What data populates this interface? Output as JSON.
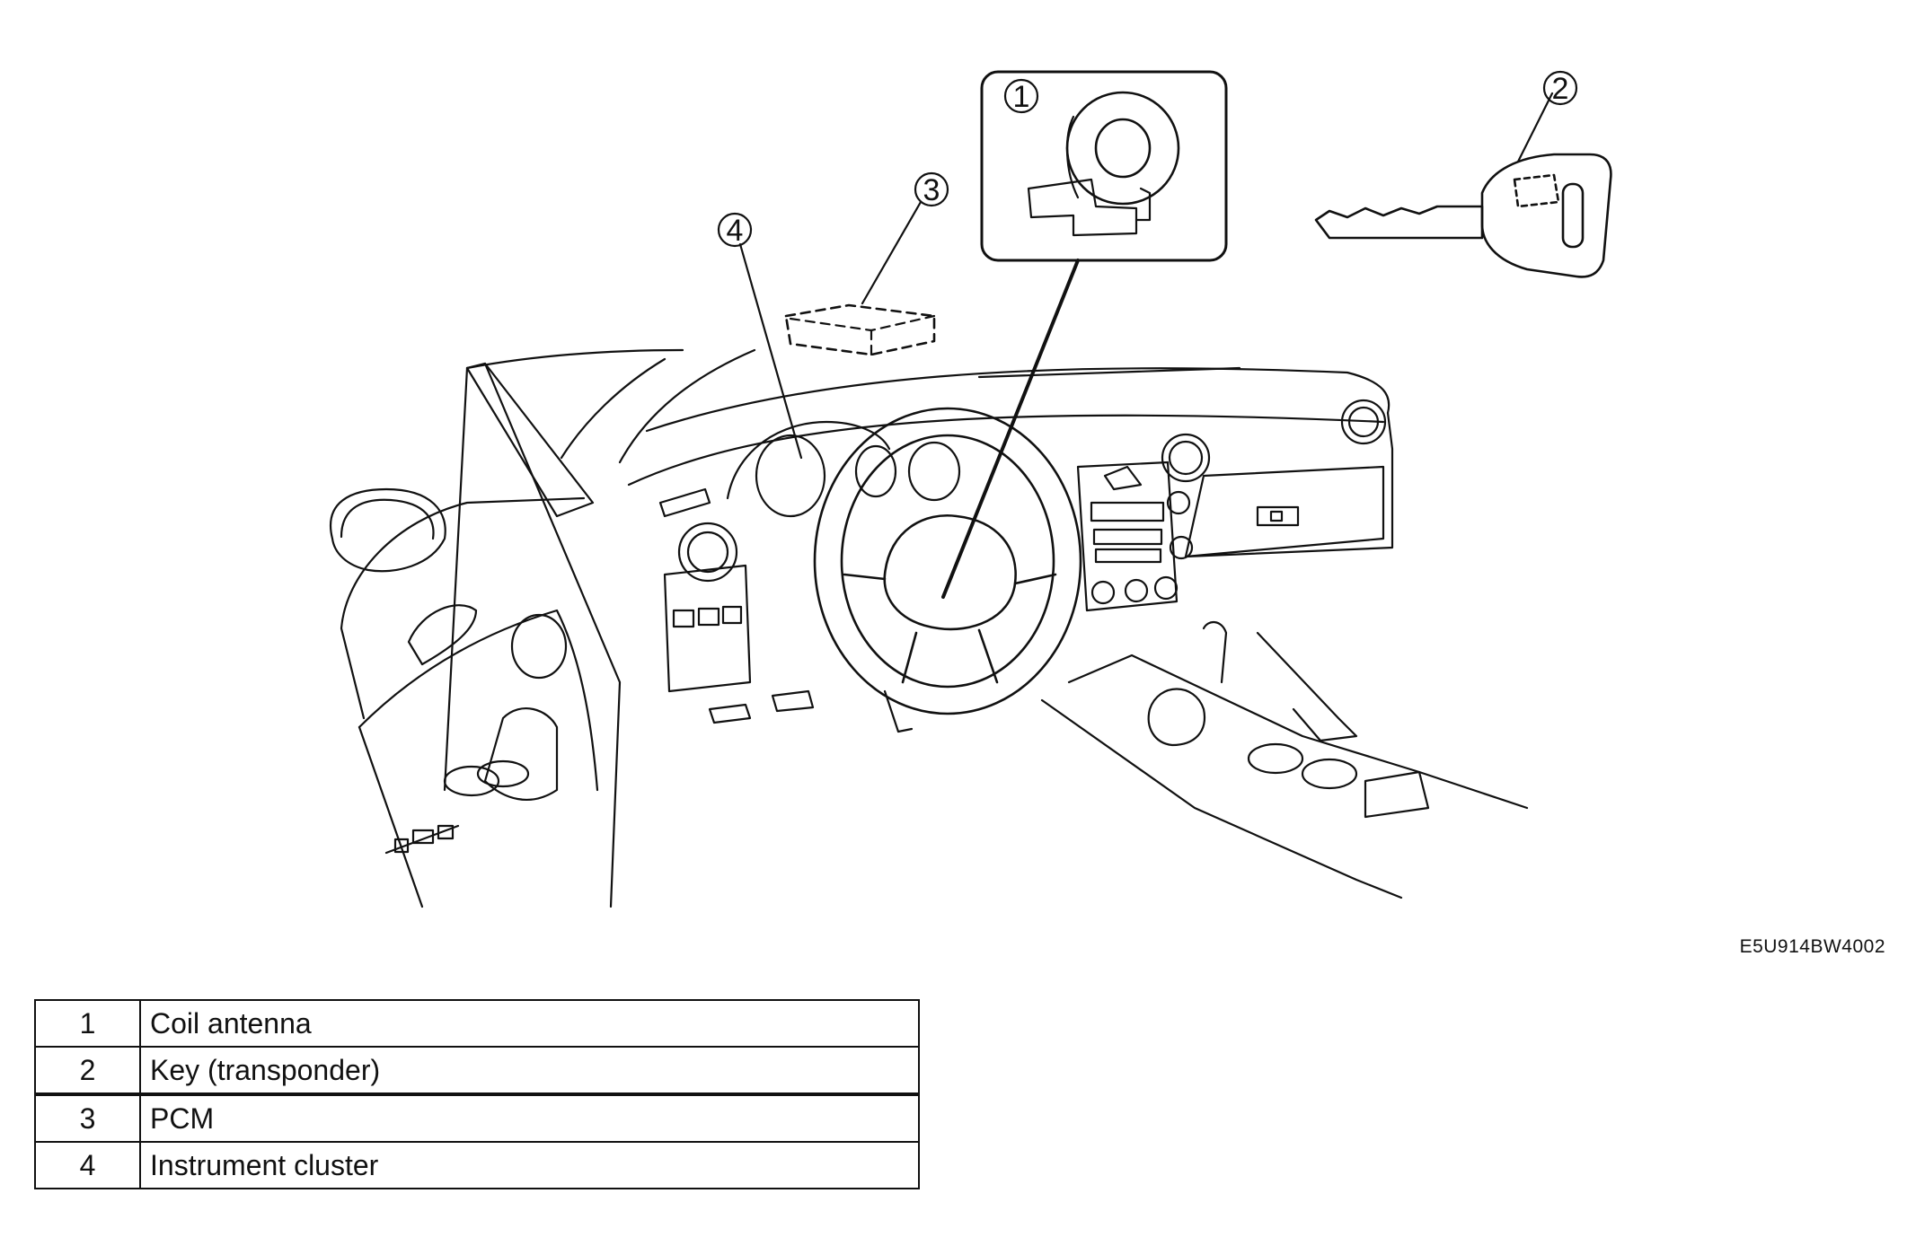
{
  "callouts": [
    {
      "n": "1",
      "label": "①"
    },
    {
      "n": "2",
      "label": "②"
    },
    {
      "n": "3",
      "label": "③"
    },
    {
      "n": "4",
      "label": "④"
    }
  ],
  "figure_code": "E5U914BW4002",
  "legend": [
    {
      "num": "1",
      "text": "Coil antenna"
    },
    {
      "num": "2",
      "text": "Key (transponder)"
    },
    {
      "num": "3",
      "text": "PCM"
    },
    {
      "num": "4",
      "text": "Instrument cluster"
    }
  ]
}
